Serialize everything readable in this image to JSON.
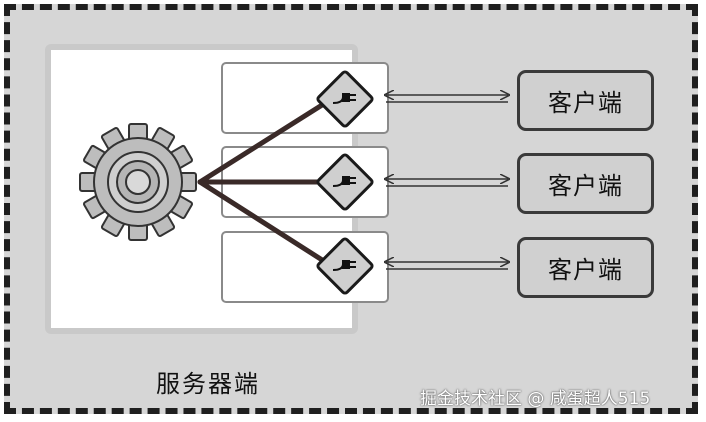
{
  "server": {
    "label": "服务器端"
  },
  "clients": [
    {
      "label": "客户端"
    },
    {
      "label": "客户端"
    },
    {
      "label": "客户端"
    }
  ],
  "watermark": "掘金技术社区 @ 咸蛋超人515",
  "colors": {
    "frame_fill": "#d6d6d6",
    "frame_border": "#1f1f1f",
    "client_fill": "#d0d0d0",
    "connection_line": "#3a2a28"
  },
  "icons": {
    "gear": "gear-icon",
    "plug": "plug-icon",
    "arrow": "double-arrow-icon"
  }
}
